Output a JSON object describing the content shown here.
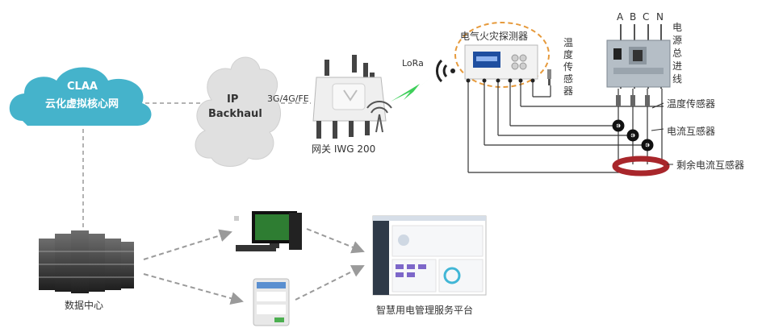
{
  "cloud": {
    "line1": "CLAA",
    "line2": "云化虚拟核心网"
  },
  "backhaul": {
    "line1": "IP",
    "line2": "Backhaul"
  },
  "link_label": "3G/4G/FE",
  "gateway_label": "网关 IWG 200",
  "lora_label": "LoRa",
  "detector_label": "电气火灾探测器",
  "temp_sensor_vertical": "温度传感器",
  "phases": [
    "A",
    "B",
    "C",
    "N"
  ],
  "power_inlet_vertical": "电源总进线",
  "right_labels": {
    "temp": "温度传感器",
    "current": "电流互感器",
    "residual": "剩余电流互感器"
  },
  "datacenter_label": "数据中心",
  "platform_label": "智慧用电管理服务平台",
  "colors": {
    "cloud": "#45b3cb",
    "bolt": "#3ecf5a",
    "dashed_oval": "#e69a3c",
    "residual_ring": "#a8262b",
    "wire": "#333333"
  }
}
